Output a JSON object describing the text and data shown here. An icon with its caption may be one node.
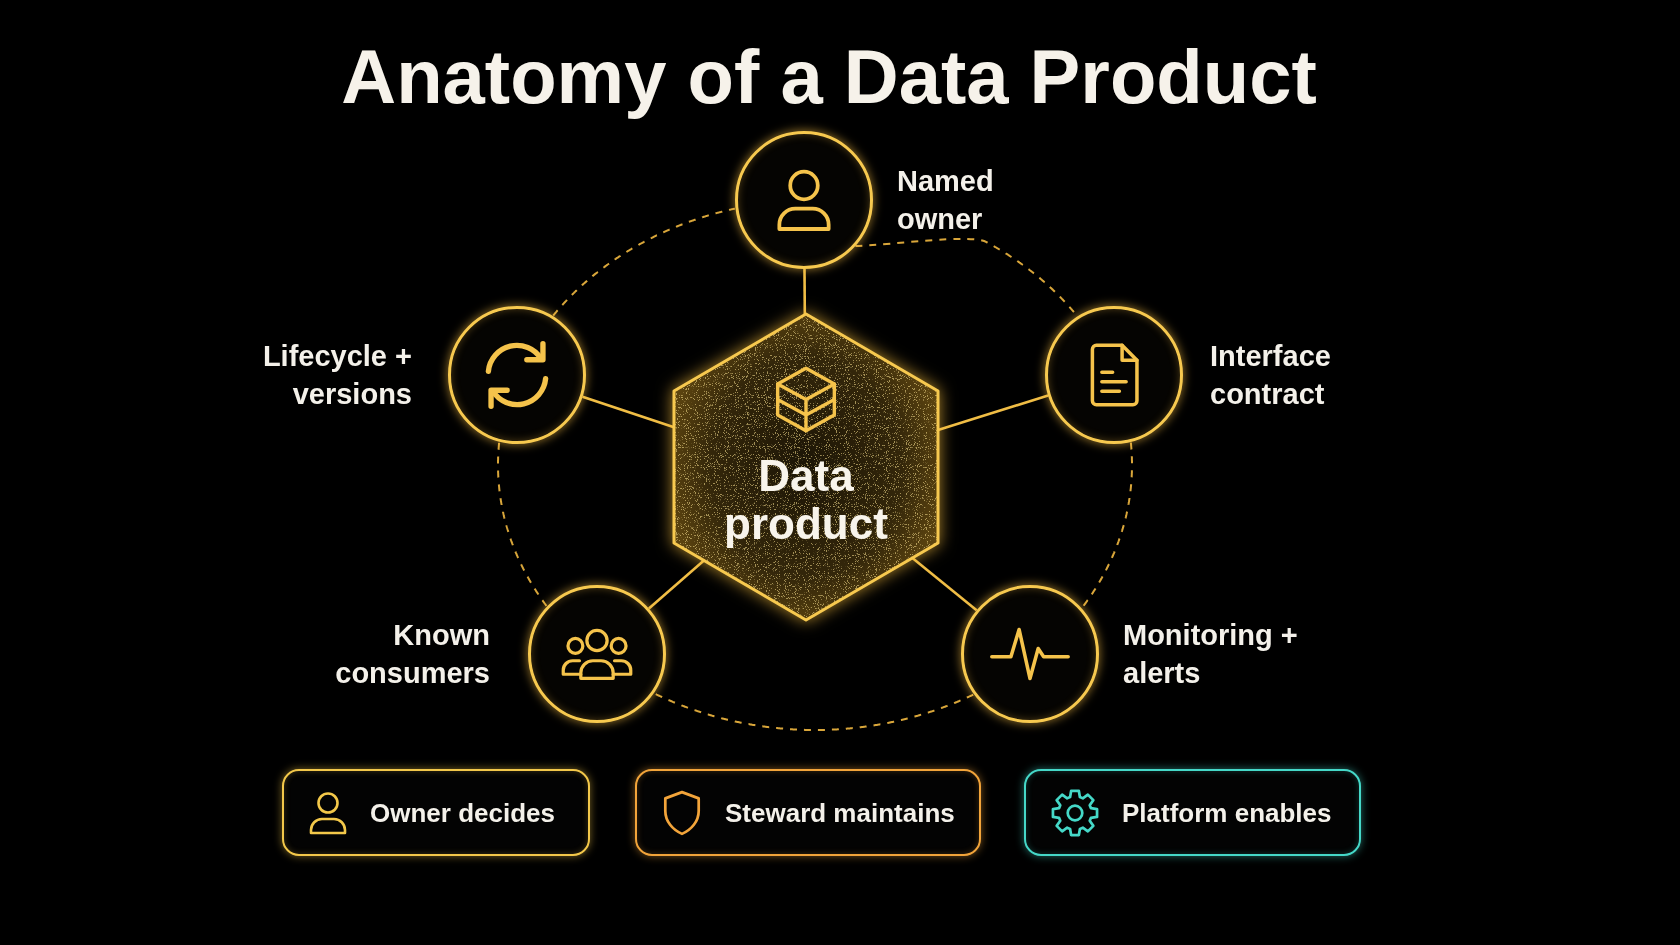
{
  "diagram": {
    "title": "Anatomy of a Data Product",
    "nodes": [
      {
        "text": [
          "Named owner"
        ]
      },
      {
        "text": [
          "Lifecycle + versions"
        ]
      },
      {
        "text": [
          "Interface contract"
        ]
      },
      {
        "text": [
          "Data product"
        ]
      },
      {
        "text": [
          "Known consumers"
        ]
      },
      {
        "text": [
          "Monitoring + alerts"
        ]
      },
      {
        "text": [
          "Owner decides"
        ]
      },
      {
        "text": [
          "Steward maintains"
        ]
      },
      {
        "text": [
          "Platform enables"
        ]
      }
    ],
    "edges": [
      {
        "from": 3,
        "to": 0,
        "arrow": "none"
      },
      {
        "from": 3,
        "to": 1,
        "arrow": "none"
      },
      {
        "from": 3,
        "to": 2,
        "arrow": "none"
      },
      {
        "from": 3,
        "to": 4,
        "arrow": "none"
      },
      {
        "from": 3,
        "to": 5,
        "arrow": "none"
      },
      {
        "from": 0,
        "to": 2,
        "arrow": "none",
        "style": "dashed"
      },
      {
        "from": 2,
        "to": 5,
        "arrow": "none",
        "style": "dashed"
      },
      {
        "from": 5,
        "to": 4,
        "arrow": "none",
        "style": "dashed"
      },
      {
        "from": 4,
        "to": 1,
        "arrow": "none",
        "style": "dashed"
      },
      {
        "from": 1,
        "to": 0,
        "arrow": "none",
        "style": "dashed"
      }
    ]
  }
}
